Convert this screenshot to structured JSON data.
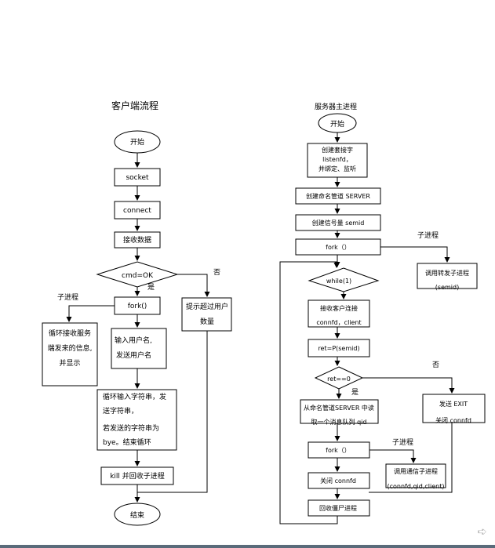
{
  "client": {
    "title": "客户端流程",
    "start": "开始",
    "socket": "socket",
    "connect": "connect",
    "receive": "接收数据",
    "cmd": "cmd=OK",
    "yes": "是",
    "no": "否",
    "child_label": "子进程",
    "fork": "fork()",
    "child_loop": [
      "循环接收服务",
      "端发来的信息,",
      "并显示"
    ],
    "input_user": [
      "输入用户名,",
      "发送用户名"
    ],
    "loop_input": [
      "循环输入字符串，发",
      "送字符串，",
      "若发送的字符串为",
      "bye。结束循环"
    ],
    "prompt": [
      "提示超过用户",
      "数量"
    ],
    "kill": "kill 并回收子进程",
    "end": "结束"
  },
  "server": {
    "title": "服务器主进程",
    "start": "开始",
    "create_socket": [
      "创建套接字",
      "listenfd，",
      "并绑定、监听"
    ],
    "create_fifo": "创建命名管道 SERVER",
    "create_sem": "创建信号量 semid",
    "fork": "fork（）",
    "child_label": "子进程",
    "forward": [
      "调用转发子进程",
      "(semid)"
    ],
    "while": "while(1)",
    "accept": [
      "接收客户连接",
      "connfd，client"
    ],
    "ret_p": "ret=P(semid)",
    "ret_zero": "ret==0",
    "yes": "是",
    "no": "否",
    "read_fifo": [
      "从命名管道SERVER 中读",
      "取一个消息队列 qid"
    ],
    "send_exit": [
      "发送 EXIT",
      "关闭 connfd"
    ],
    "fork2": "fork（）",
    "child_label2": "子进程",
    "comm": [
      "调用通信子进程",
      "(connfd,qid,client)"
    ],
    "close": "关闭 connfd",
    "reap": "回收僵尸进程"
  }
}
